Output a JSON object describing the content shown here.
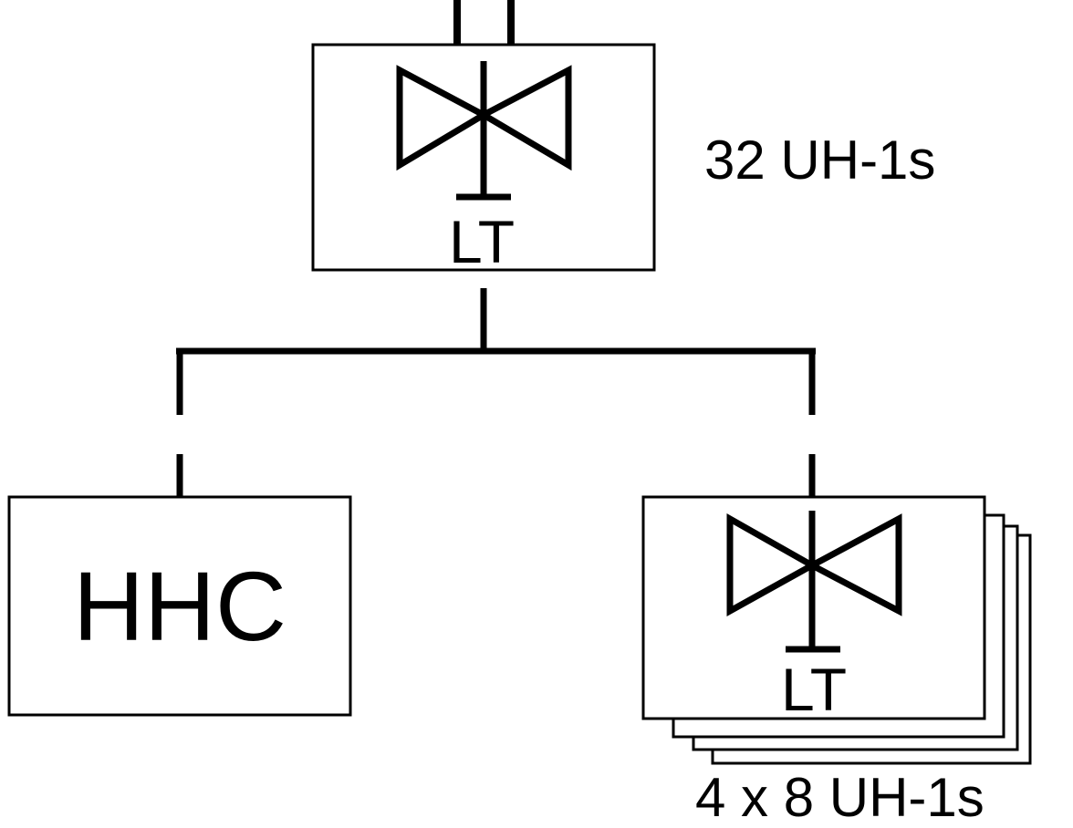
{
  "diagram": {
    "top_unit": {
      "echelon_label": "LT",
      "count_label": "32 UH-1s"
    },
    "left_unit": {
      "label": "HHC"
    },
    "right_units": {
      "echelon_label": "LT",
      "count_label": "4 x 8 UH-1s",
      "stack_count": 4
    },
    "colors": {
      "stroke": "#000000",
      "fill": "#ffffff",
      "text": "#000000"
    },
    "icons": {
      "unit_symbol": "rotary-wing-aviation-icon"
    }
  }
}
